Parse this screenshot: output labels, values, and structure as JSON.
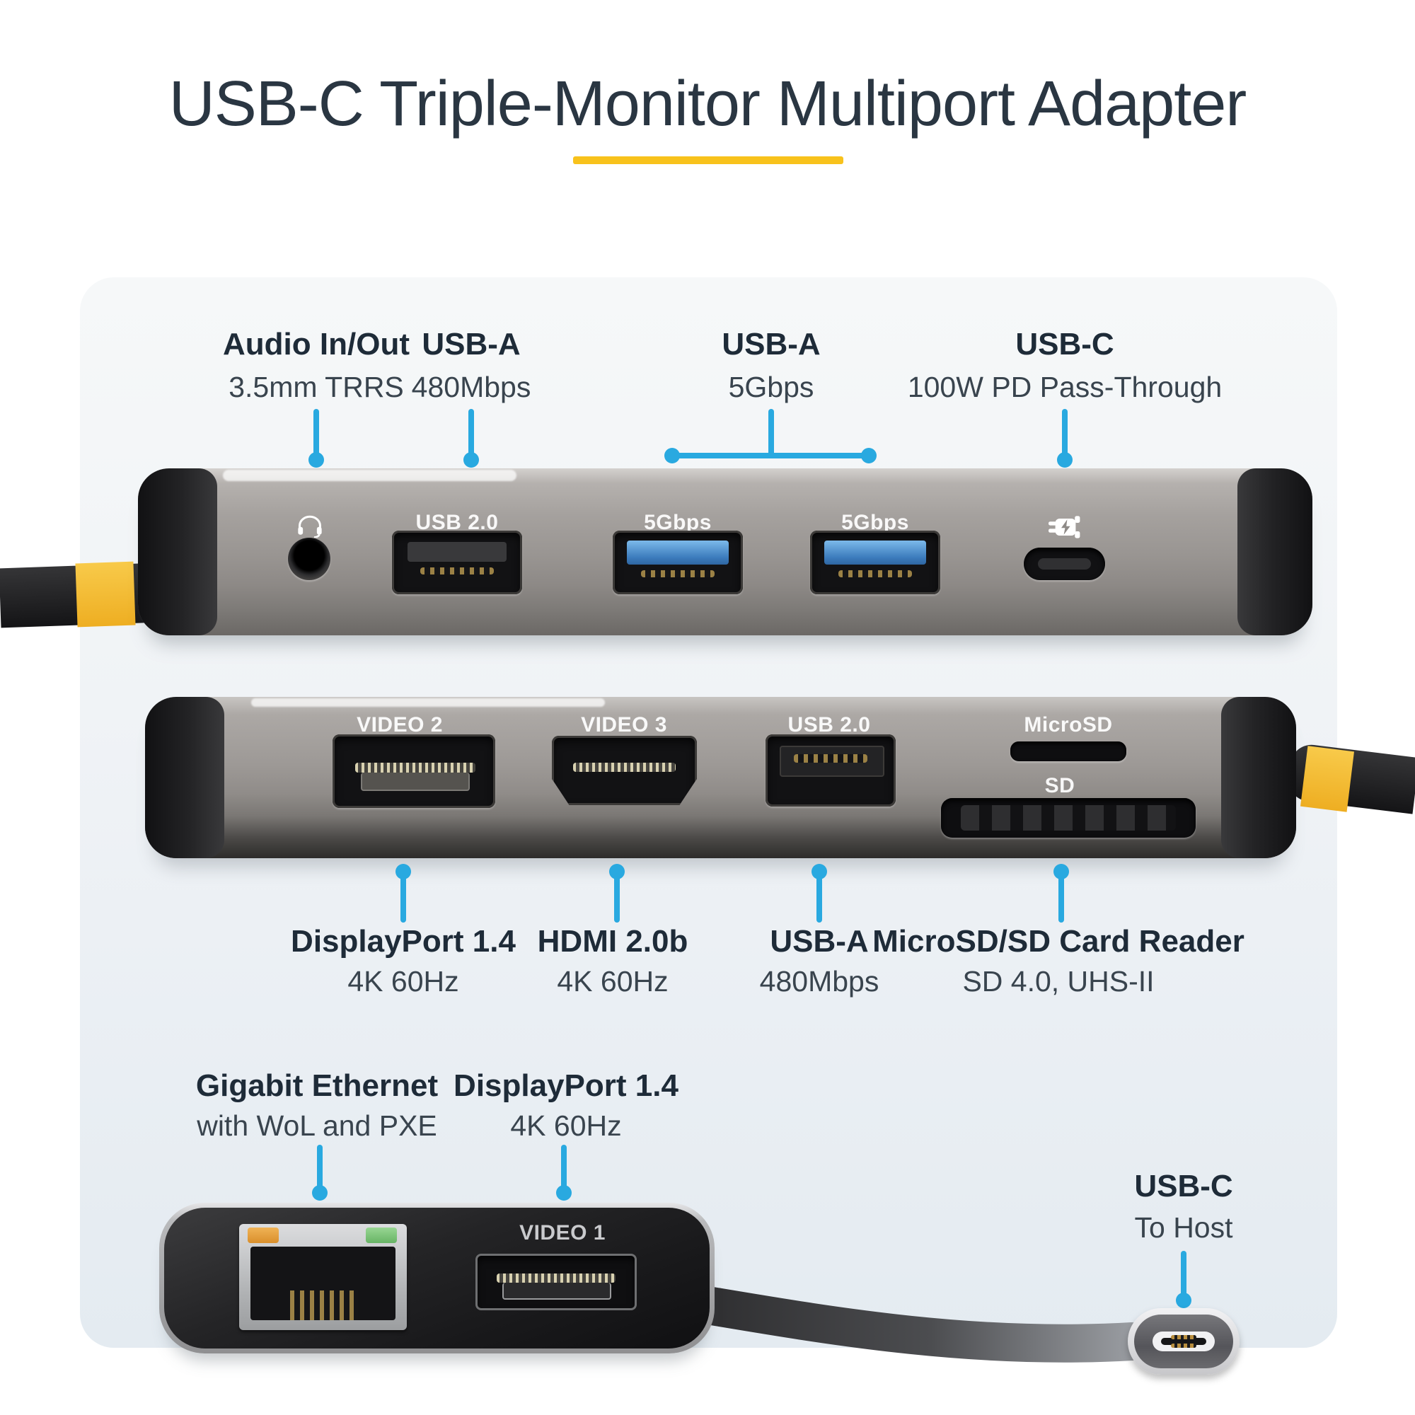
{
  "title": "USB-C Triple-Monitor Multiport Adapter",
  "accent": {
    "callout_blue": "#29a9e0",
    "underline_yellow": "#f8c21c"
  },
  "callouts_top": [
    {
      "heading": "Audio In/Out",
      "sub": "3.5mm TRRS"
    },
    {
      "heading": "USB-A",
      "sub": "480Mbps"
    },
    {
      "heading": "USB-A",
      "sub": "5Gbps"
    },
    {
      "heading": "USB-C",
      "sub": "100W PD Pass-Through"
    }
  ],
  "device_back_labels": {
    "usb20": "USB 2.0",
    "usb5g_1": "5Gbps",
    "usb5g_2": "5Gbps"
  },
  "device_front_labels": {
    "video2": "VIDEO 2",
    "video3": "VIDEO 3",
    "usb20": "USB 2.0",
    "microsd": "MicroSD",
    "sd": "SD"
  },
  "callouts_middle": [
    {
      "heading": "DisplayPort 1.4",
      "sub": "4K 60Hz"
    },
    {
      "heading": "HDMI 2.0b",
      "sub": "4K 60Hz"
    },
    {
      "heading": "USB-A",
      "sub": "480Mbps"
    },
    {
      "heading": "MicroSD/SD Card Reader",
      "sub": "SD 4.0, UHS-II"
    }
  ],
  "callouts_bottom": [
    {
      "heading": "Gigabit Ethernet",
      "sub": "with WoL and PXE"
    },
    {
      "heading": "DisplayPort 1.4",
      "sub": "4K 60Hz"
    }
  ],
  "device_host_labels": {
    "video1": "VIDEO 1"
  },
  "usbc_host": {
    "heading": "USB-C",
    "sub": "To Host"
  }
}
